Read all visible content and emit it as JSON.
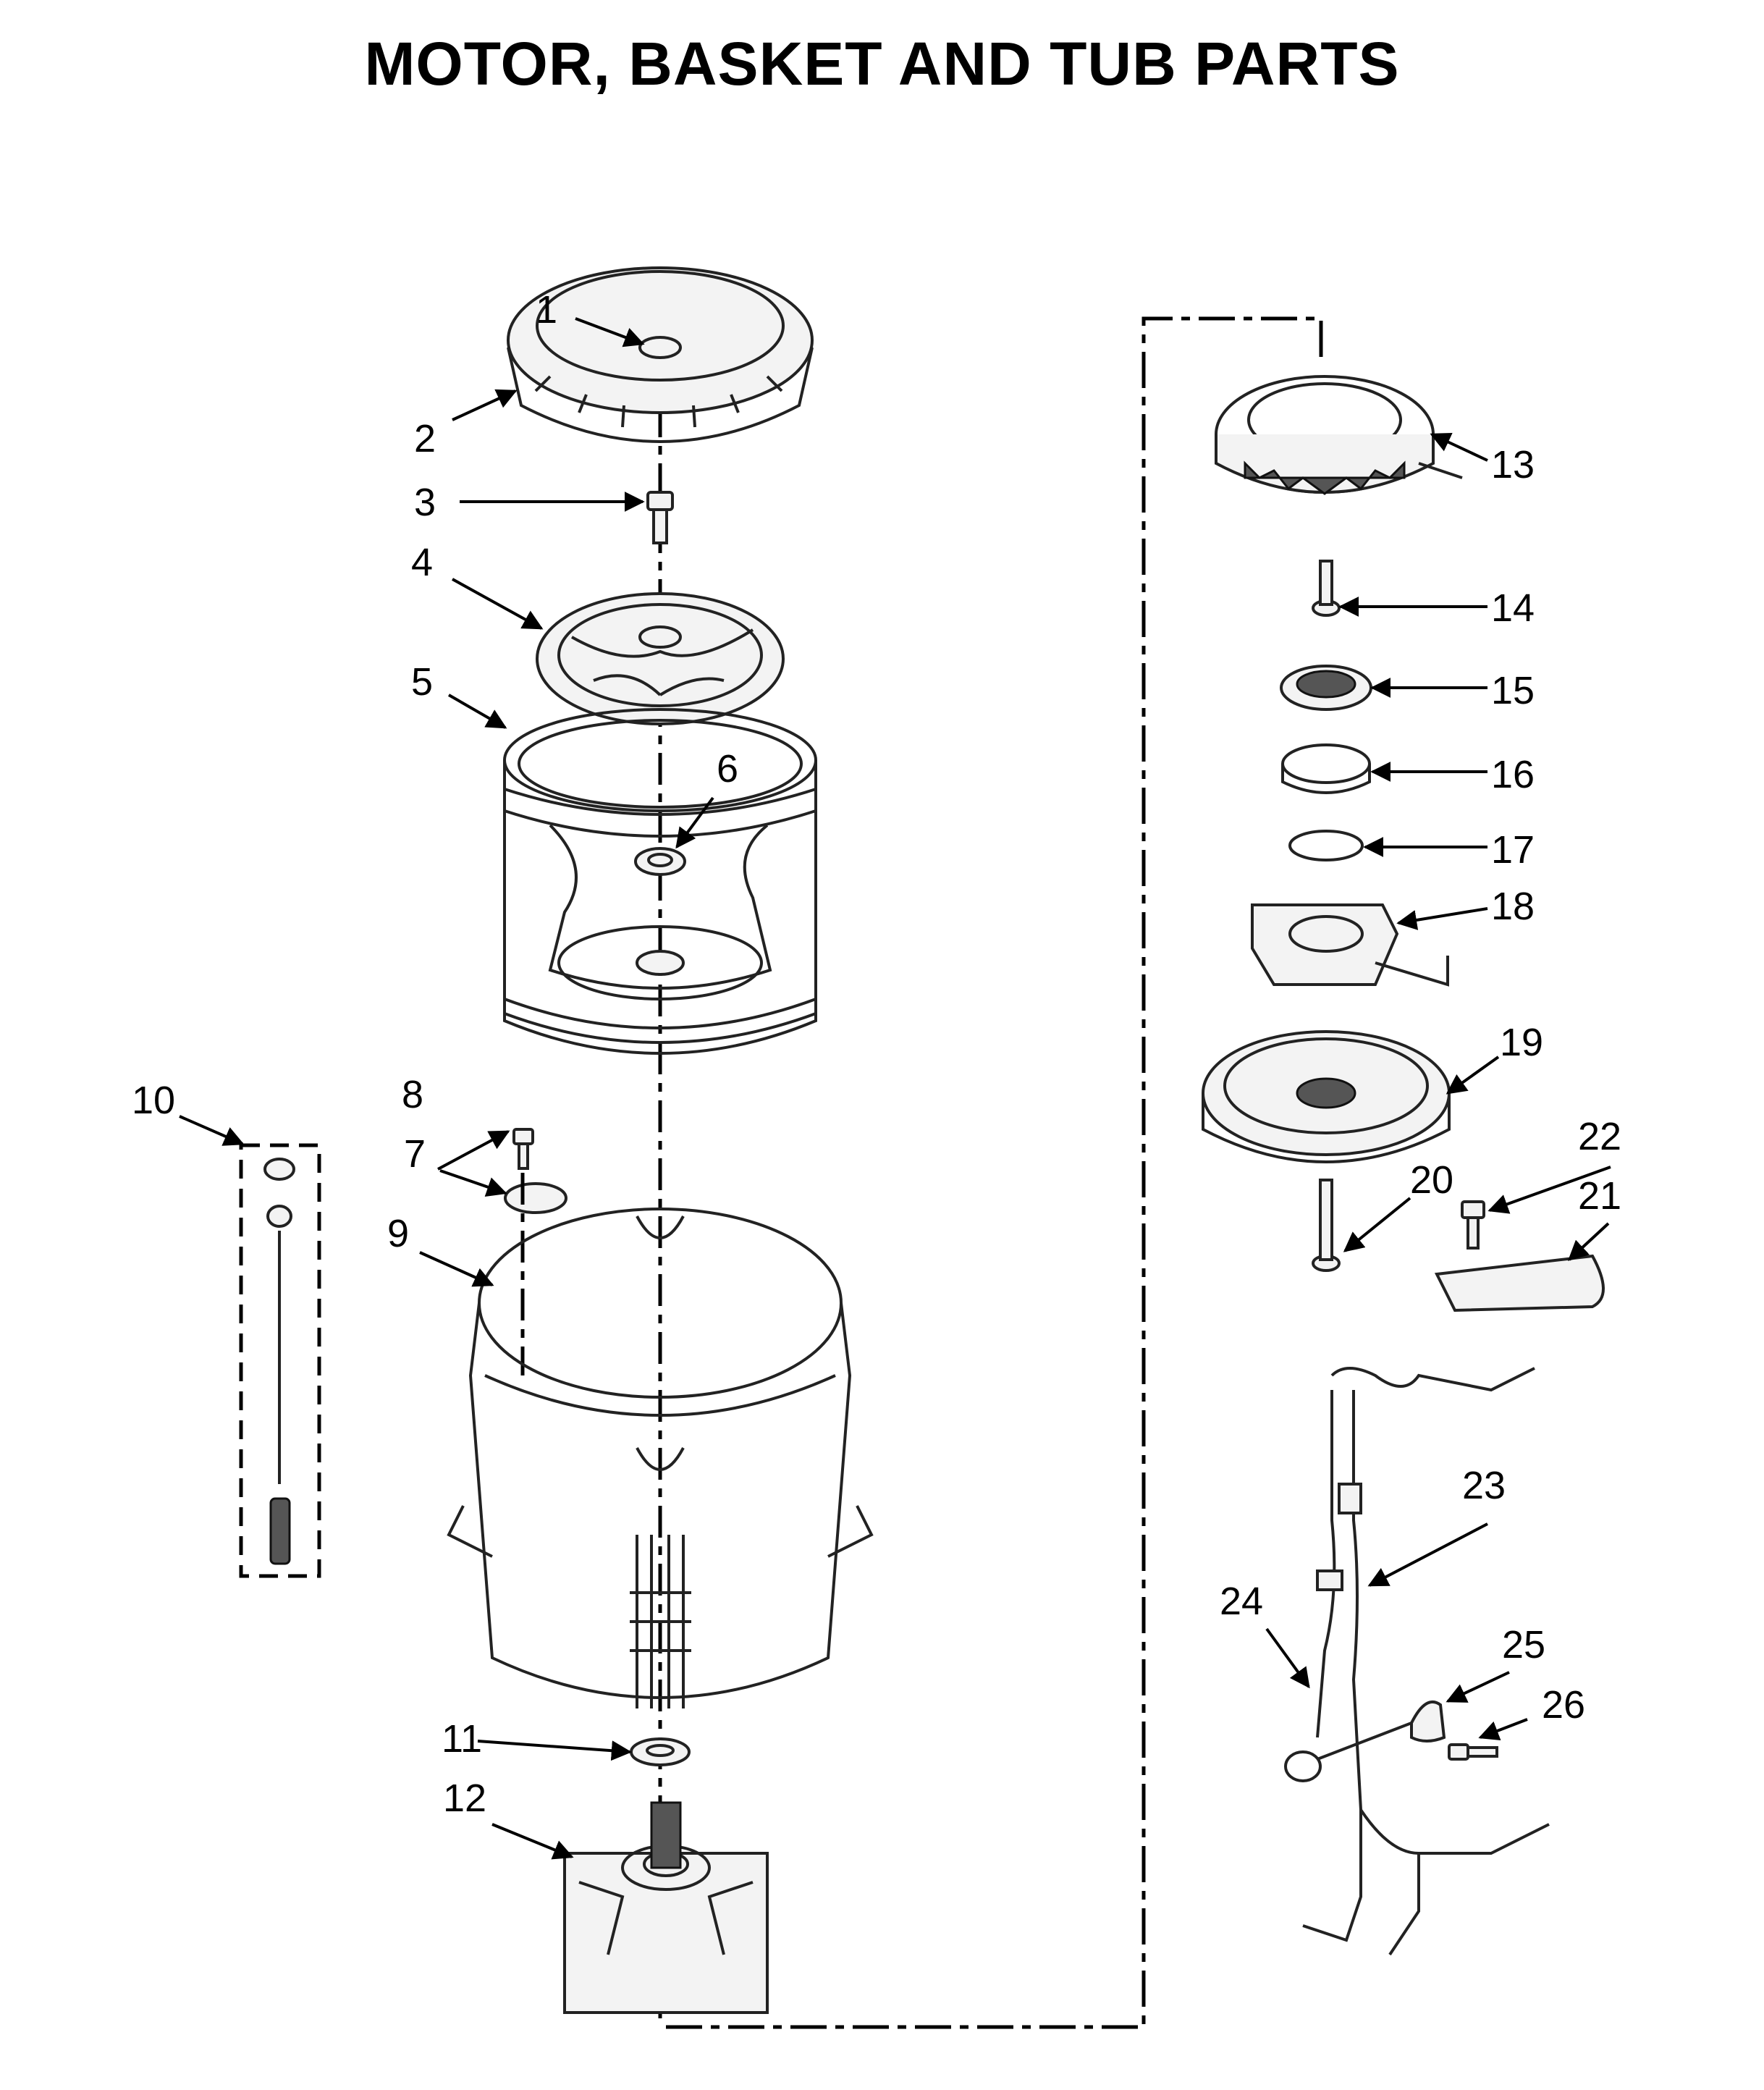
{
  "title": "MOTOR, BASKET AND TUB PARTS",
  "callouts": [
    "1",
    "2",
    "3",
    "4",
    "5",
    "6",
    "7",
    "8",
    "9",
    "10",
    "11",
    "12",
    "13",
    "14",
    "15",
    "16",
    "17",
    "18",
    "19",
    "20",
    "21",
    "22",
    "23",
    "24",
    "25",
    "26"
  ]
}
